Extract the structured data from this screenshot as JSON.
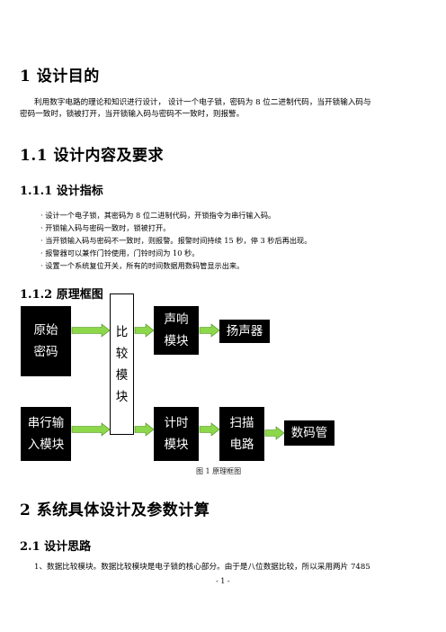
{
  "sections": {
    "h1_1": "1 设计目的",
    "p1_line1": "利用数字电路的理论和知识进行设计，  设计一个电子锁，密码为 8 位二进制代码，当开锁输入码与",
    "p1_line2": "密码一致时，锁被打开，当开锁输入码与密码不一致时，则报警。",
    "h2_1_1": "1.1 设计内容及要求",
    "h3_1_1_1": "1.1.1 设计指标",
    "bullets": [
      "· 设计一个电子锁，其密码为 8 位二进制代码，开锁指令为串行输入码。",
      "· 开锁输入码与密码一致时，锁被打开。",
      "· 当开锁输入码与密码不一致时，则报警。报警时间持续 15 秒，停 3 秒后再出现。",
      "· 报警器可以兼作门铃使用，门铃时间为 10 秒。",
      "· 设置一个系统复位开关，所有的时间数据用数码管显示出来。"
    ],
    "h3_1_1_2": "1.1.2 原理框图",
    "h1_2": "2 系统具体设计及参数计算",
    "h2_2_1": "2.1 设计思路",
    "p2_line1": "1、数据比较模块。数据比较模块是电子锁的核心部分。由于是八位数据比较，所以采用两片  7485"
  },
  "diagram": {
    "original_password": [
      "原始",
      "密码"
    ],
    "serial_input": [
      "串行输",
      "入模块"
    ],
    "compare": [
      "比",
      "较",
      "模",
      "块"
    ],
    "sound_module": [
      "声响",
      "模块"
    ],
    "speaker": "扬声器",
    "timer_module": [
      "计时",
      "模块"
    ],
    "scan_circuit": [
      "扫描",
      "电路"
    ],
    "digit_tube": "数码管",
    "caption": "图 1    原理框图",
    "arrow_color": "#8dd84a"
  },
  "footer": {
    "page": "- 1 -"
  }
}
